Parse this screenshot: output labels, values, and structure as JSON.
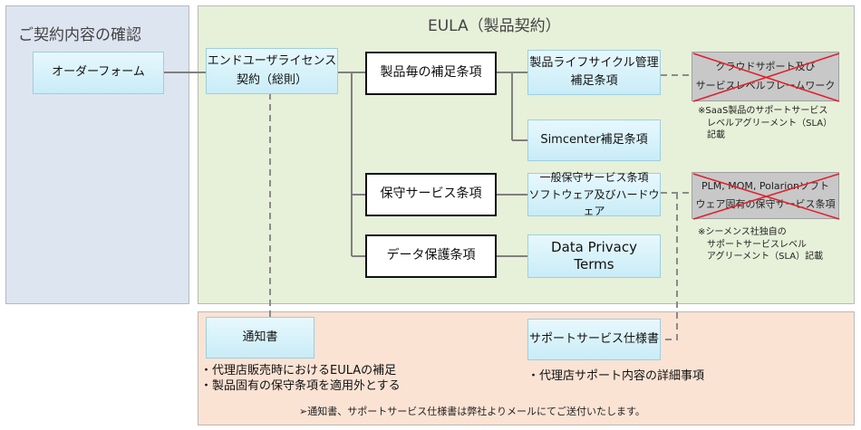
{
  "left_panel": {
    "title": "ご契約内容の確認",
    "order_form": "オーダーフォーム"
  },
  "eula_panel": {
    "title": "EULA（製品契約）",
    "general_terms": {
      "line1": "エンドユーザライセンス",
      "line2": "契約（総則）"
    },
    "product_supplement": "製品毎の補足条項",
    "maintenance_terms": "保守サービス条項",
    "data_protection": "データ保護条項",
    "plm_lifecycle": {
      "line1": "製品ライフサイクル管理",
      "line2": "補足条項"
    },
    "simcenter": "Simcenter補足条項",
    "general_maintenance": {
      "line1": "一般保守サービス条項",
      "line2": "ソフトウェア及びハードウェア"
    },
    "data_privacy": {
      "line1": "Data Privacy",
      "line2": "Terms"
    },
    "cloud_box": {
      "line1": "クラウドサポート及び",
      "line2": "サービスレベルフレームワーク"
    },
    "cloud_note": {
      "line1": "※SaaS製品のサポートサービス",
      "line2": "レベルアグリーメント（SLA）",
      "line3": "記載"
    },
    "plm_mom_box": {
      "line1": "PLM, MOM, Polarionソフト",
      "line2": "ウェア固有の保守サービス条項"
    },
    "siemens_note": {
      "line1": "※シーメンス社独自の",
      "line2": "サポートサービスレベル",
      "line3": "アグリーメント（SLA）記載"
    }
  },
  "bottom_panel": {
    "notice": "通知書",
    "notice_desc": {
      "line1": "・代理店販売時におけるEULAの補足",
      "line2": "・製品固有の保守条項を適用外とする"
    },
    "support_spec": "サポートサービス仕様書",
    "support_desc": "・代理店サポート内容の詳細事項",
    "footer": "➢通知書、サポートサービス仕様書は弊社よりメールにてご送付いたします。"
  },
  "colors": {
    "left_panel": "#dde5f1",
    "eula_panel": "#e7f0d9",
    "bottom_panel": "#fbe3d4",
    "box_blue": "#c9ecf7",
    "box_gray": "#c8c8c8",
    "cross": "#e0202b",
    "connector": "#7f7f7f"
  }
}
